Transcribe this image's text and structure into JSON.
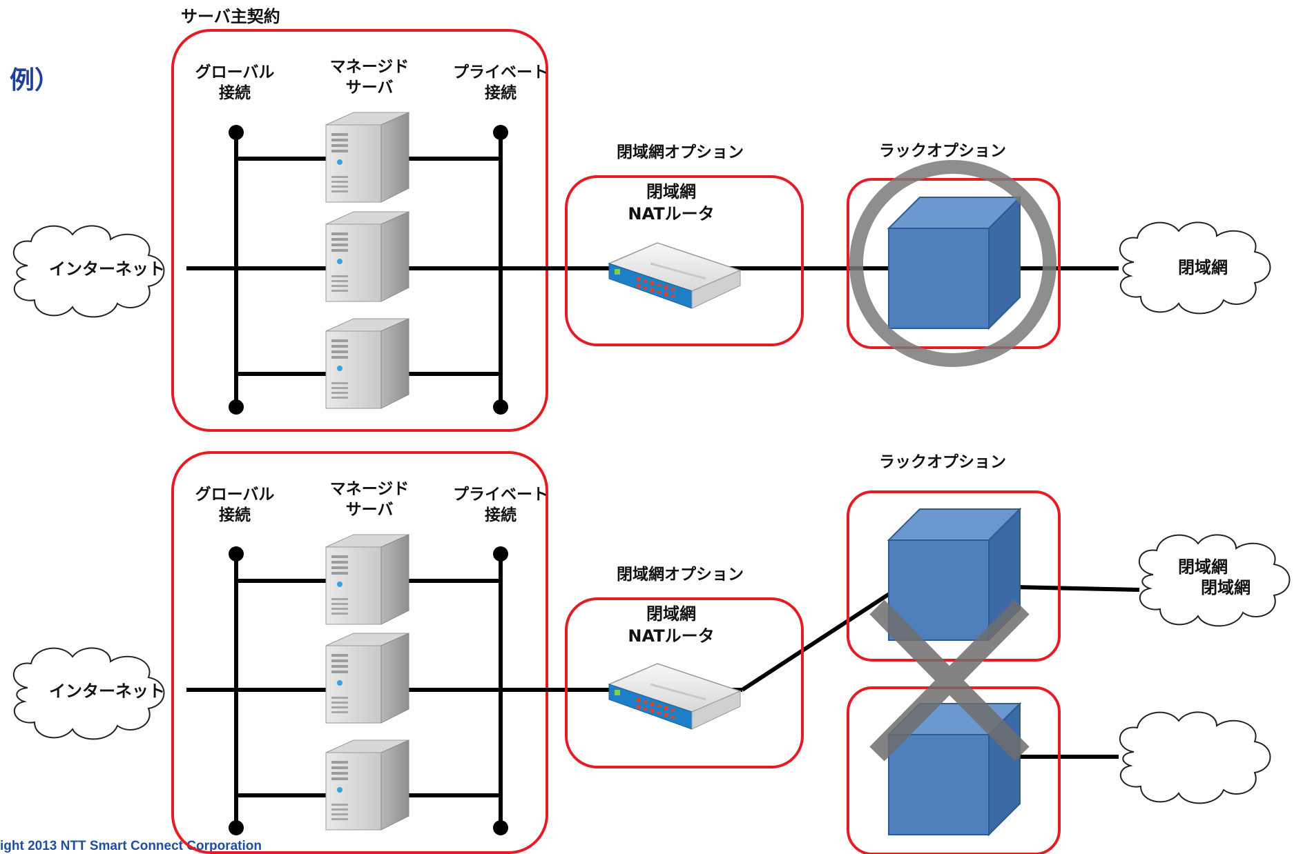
{
  "example_label": "例）",
  "copyright": "ight 2013 NTT Smart Connect Corporation",
  "top": {
    "contract_title": "サーバ主契約",
    "global_label": [
      "グローバル",
      "接続"
    ],
    "managed_label": [
      "マネージド",
      "サーバ"
    ],
    "private_label": [
      "プライベート",
      "接続"
    ],
    "internet_label": "インターネット",
    "closed_option_title": "閉域網オプション",
    "router_label": [
      "閉域網",
      "NATルータ"
    ],
    "rack_option_title": "ラックオプション",
    "closed_net_label": "閉域網"
  },
  "bottom": {
    "global_label": [
      "グローバル",
      "接続"
    ],
    "managed_label": [
      "マネージド",
      "サーバ"
    ],
    "private_label": [
      "プライベート",
      "接続"
    ],
    "internet_label": "インターネット",
    "closed_option_title": "閉域網オプション",
    "router_label": [
      "閉域網",
      "NATルータ"
    ],
    "rack_option_title": "ラックオプション",
    "closed_net_label": [
      "閉域網",
      "閉域網"
    ]
  },
  "marks": {
    "top_rack": "circle-ok",
    "bottom_racks": "cross-ng"
  },
  "colors": {
    "frame_red": "#e51c23",
    "cube_blue": "#4f7fbd",
    "mark_gray": "#7a7a7a",
    "title_blue": "#1f3f99"
  }
}
